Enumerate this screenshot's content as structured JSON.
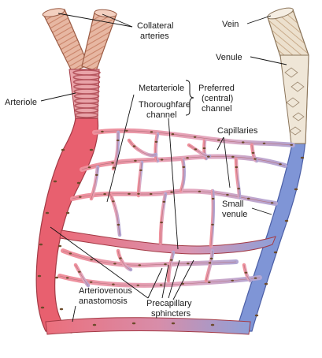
{
  "labels": {
    "collateral_arteries": [
      "Collateral",
      "arteries"
    ],
    "vein": "Vein",
    "venule": "Venule",
    "arteriole": "Arteriole",
    "metarteriole": "Metarteriole",
    "thoroughfare_channel": [
      "Thoroughfare",
      "channel"
    ],
    "preferred_channel": [
      "Preferred",
      "(central)",
      "channel"
    ],
    "capillaries": "Capillaries",
    "small_venule": [
      "Small",
      "venule"
    ],
    "arteriovenous_anastomosis": [
      "Arteriovenous",
      "anastomosis"
    ],
    "precapillary_sphincters": [
      "Precapillary",
      "sphincters"
    ]
  },
  "colors": {
    "arterial": "#e8606f",
    "arterial_light": "#f2a3ae",
    "venous": "#7f95d6",
    "vessel_outline": "#a33a45",
    "collateral_wall": "#e0a58f",
    "vein_wall": "#e9dcc8",
    "cell_nuclei": "#6b4a2a"
  }
}
